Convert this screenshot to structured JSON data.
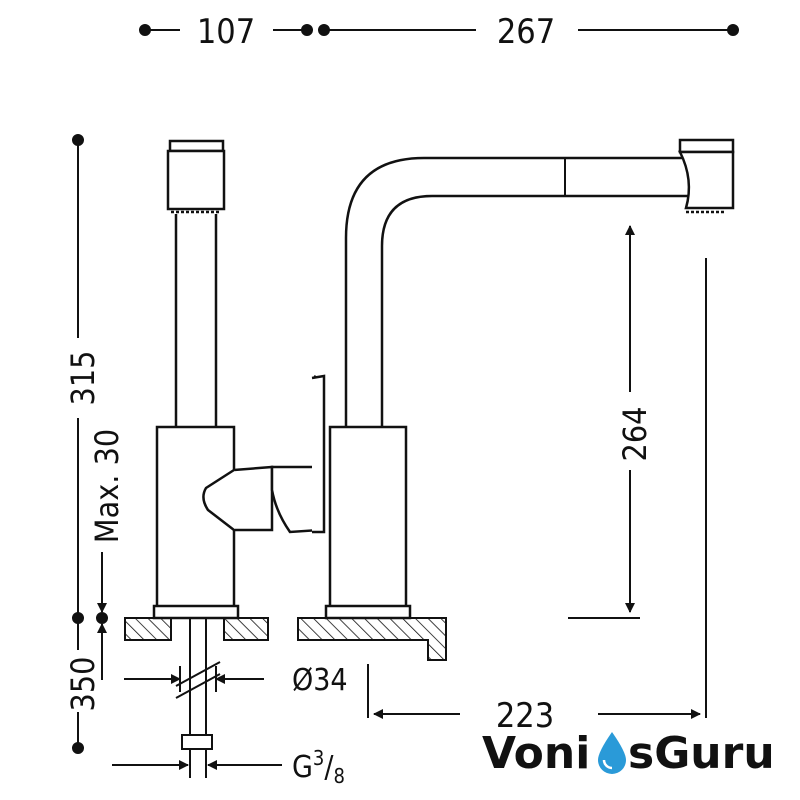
{
  "dimensions": {
    "top_left": "107",
    "top_right": "267",
    "height_total": "315",
    "max_thickness": "Max. 30",
    "spout_clearance": "264",
    "below_deck": "350",
    "diameter": "Ø34",
    "reach": "223",
    "connection": "G",
    "connection_num": "3",
    "connection_den": "8"
  },
  "watermark": {
    "part1": "Voni",
    "part2": "sGuru",
    "colors": {
      "text": "#8d949c",
      "drop": "#2a9ad8"
    }
  },
  "colors": {
    "line": "#111111",
    "background": "#ffffff"
  }
}
